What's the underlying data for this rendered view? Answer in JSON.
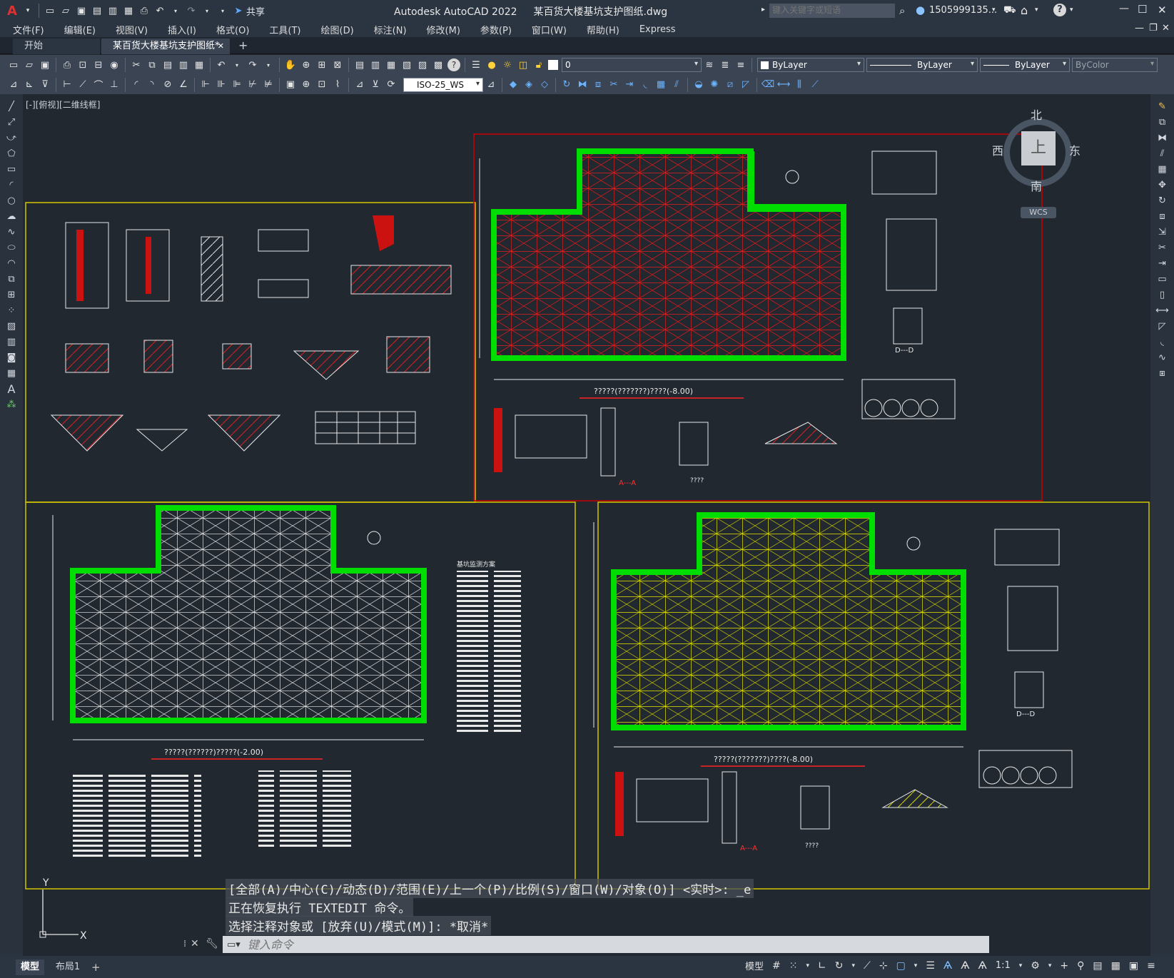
{
  "title": {
    "app": "Autodesk AutoCAD 2022",
    "file": "某百货大楼基坑支护图纸.dwg",
    "share": "共享",
    "search_placeholder": "键入关键字或短语",
    "user": "1505999135...",
    "win_min": "—",
    "win_max": "☐",
    "win_close": "✕"
  },
  "menu": [
    "文件(F)",
    "编辑(E)",
    "视图(V)",
    "插入(I)",
    "格式(O)",
    "工具(T)",
    "绘图(D)",
    "标注(N)",
    "修改(M)",
    "参数(P)",
    "窗口(W)",
    "帮助(H)",
    "Express"
  ],
  "tabs": {
    "start": "开始",
    "active": "某百货大楼基坑支护图纸*",
    "close": "✕",
    "add": "+"
  },
  "toolbar": {
    "layer_value": "0",
    "color": "ByLayer",
    "linetype": "ByLayer",
    "lineweight": "ByLayer",
    "plotstyle": "ByColor",
    "dimstyle": "ISO-25_WS"
  },
  "viewport_label": "[-][俯视][二维线框]",
  "viewcube": {
    "top": "上",
    "north": "北",
    "south": "南",
    "east": "东",
    "west": "西",
    "wcs": "WCS"
  },
  "drawings": {
    "plan_a": "?????(???????)????(-8.00)",
    "plan_b": "?????(??????)?????(-2.00)",
    "plan_c": "?????(???????)????(-8.00)",
    "section_aa": "A---A",
    "section_dd": "D---D",
    "monitor_title": "基坑监测方案",
    "q_label": "????"
  },
  "command": {
    "line1": "[全部(A)/中心(C)/动态(D)/范围(E)/上一个(P)/比例(S)/窗口(W)/对象(O)] <实时>: _e",
    "line2": "正在恢复执行 TEXTEDIT 命令。",
    "line3": "选择注释对象或 [放弃(U)/模式(M)]: *取消*",
    "placeholder": "键入命令"
  },
  "status": {
    "model_tab": "模型",
    "layout_tab": "布局1",
    "add_tab": "+",
    "model_space": "模型",
    "scale": "1:1"
  },
  "ucs": {
    "x": "X",
    "y": "Y"
  },
  "colors": {
    "bg": "#212830",
    "green": "#00e000",
    "red": "#ff2222",
    "yellow": "#e8e800",
    "frame_red": "#cc0000",
    "frame_yellow": "#d4c600"
  }
}
